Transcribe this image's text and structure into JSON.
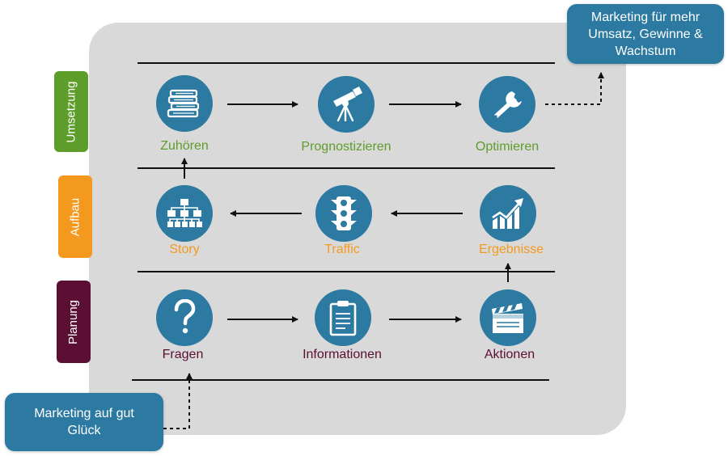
{
  "colors": {
    "node": "#2c7aa1",
    "umsetzung": "#5e9d2a",
    "aufbau": "#f39a1e",
    "planung": "#5b0f32",
    "panel": "#d9d9d9"
  },
  "tabs": {
    "umsetzung": "Umsetzung",
    "aufbau": "Aufbau",
    "planung": "Planung"
  },
  "nodes": {
    "zuhoeren": {
      "label": "Zuhören",
      "icon": "books-icon"
    },
    "prognostizieren": {
      "label": "Prognostizieren",
      "icon": "telescope-icon"
    },
    "optimieren": {
      "label": "Optimieren",
      "icon": "wrench-icon"
    },
    "story": {
      "label": "Story",
      "icon": "org-chart-icon"
    },
    "traffic": {
      "label": "Traffic",
      "icon": "traffic-light-icon"
    },
    "ergebnisse": {
      "label": "Ergebnisse",
      "icon": "growth-chart-icon"
    },
    "fragen": {
      "label": "Fragen",
      "icon": "question-mark-icon"
    },
    "informationen": {
      "label": "Informationen",
      "icon": "clipboard-icon"
    },
    "aktionen": {
      "label": "Aktionen",
      "icon": "clapperboard-icon"
    }
  },
  "callouts": {
    "goal": "Marketing für mehr\nUmsatz, Gewinne &\nWachstum",
    "start": "Marketing auf gut\nGlück"
  }
}
